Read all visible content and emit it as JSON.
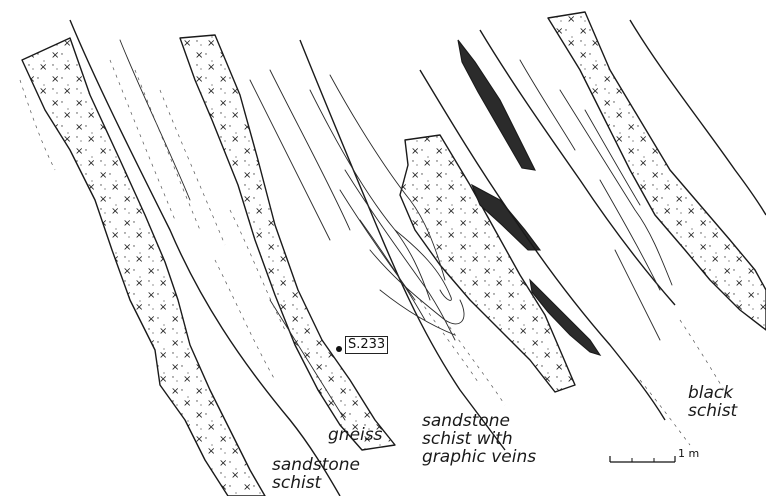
{
  "labels": {
    "sandstone_schist": "sandstone\nschist",
    "gneiss": "gneiss",
    "sandstone_schist_veins": "sandstone\nschist with\ngraphic veins",
    "black_schist": "black\nschist"
  },
  "sample": {
    "id": "S.233"
  },
  "scale": {
    "label": "1 m"
  },
  "colors": {
    "ink": "#1a1a1a",
    "paper": "#ffffff"
  }
}
